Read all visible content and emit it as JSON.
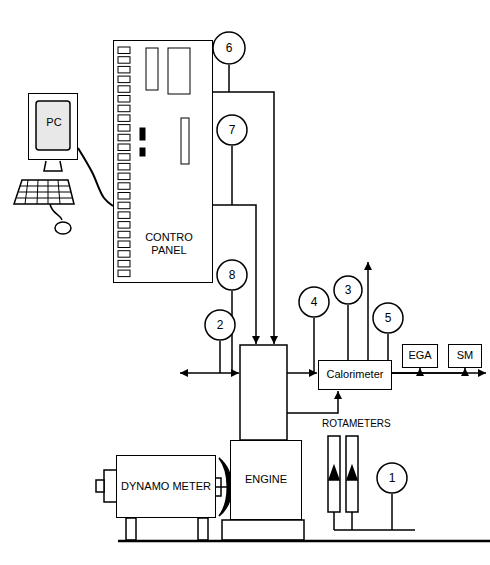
{
  "diagram": {
    "nodes": [
      {
        "text": [
          "6"
        ]
      },
      {
        "text": [
          "CONTRO PANEL"
        ]
      },
      {
        "text": [
          "PC"
        ]
      },
      {
        "text": [
          "7"
        ]
      },
      {
        "text": [
          "8"
        ]
      },
      {
        "text": [
          "2"
        ]
      },
      {
        "text": [
          "4"
        ]
      },
      {
        "text": [
          "3"
        ]
      },
      {
        "text": [
          "5"
        ]
      },
      {
        "text": [
          "Calorimeter"
        ]
      },
      {
        "text": [
          "EGA"
        ]
      },
      {
        "text": [
          "SM"
        ]
      },
      {
        "text": [
          "1"
        ]
      },
      {
        "text": [
          "DYNAMO METER"
        ]
      },
      {
        "text": [
          "ENGINE"
        ]
      }
    ],
    "edges": [
      {
        "from": 2,
        "to": 1,
        "arrow": "none"
      },
      {
        "from": 9,
        "to": 10,
        "arrow": "to"
      },
      {
        "from": 9,
        "to": 11,
        "arrow": "to"
      },
      {
        "from": 13,
        "to": 14,
        "arrow": "none"
      }
    ],
    "labels": [
      "ROTAMETERS"
    ]
  }
}
